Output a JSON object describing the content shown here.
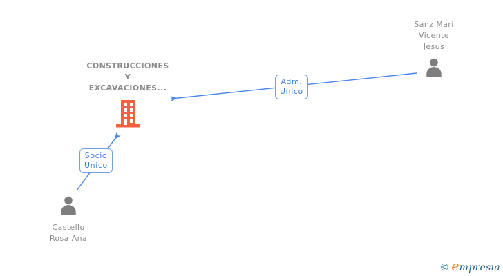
{
  "diagram": {
    "company": {
      "name": "CONSTRUCCIONES\nY\nEXCAVACIONES...",
      "icon": "building-icon"
    },
    "persons": [
      {
        "name": "Sanz Mari\nVicente\nJesus",
        "icon": "person-icon",
        "position": "top-right"
      },
      {
        "name": "Castello\nRosa Ana",
        "icon": "person-icon",
        "position": "bottom-left"
      }
    ],
    "relations": [
      {
        "label": "Adm.\nUnico",
        "from": "Sanz Mari Vicente Jesus",
        "to": "CONSTRUCCIONES Y EXCAVACIONES..."
      },
      {
        "label": "Socio\nÚnico",
        "from": "Castello Rosa Ana",
        "to": "CONSTRUCCIONES Y EXCAVACIONES..."
      }
    ],
    "colors": {
      "edge_blue": "#4a86e8",
      "label_text_blue": "#3d7ddd",
      "label_border_blue": "#6fa0e8",
      "name_gray": "#8c8c8c",
      "person_icon_gray": "#7e7e7e",
      "building_orange": "#f4623c"
    }
  },
  "logo": {
    "copyright": "©",
    "brand_initial": "e",
    "brand_rest": "mpresia",
    "colors": {
      "copyright_teal": "#2b7fa8",
      "initial_orange": "#f08226",
      "brand_navy": "#1b5e8c"
    }
  }
}
